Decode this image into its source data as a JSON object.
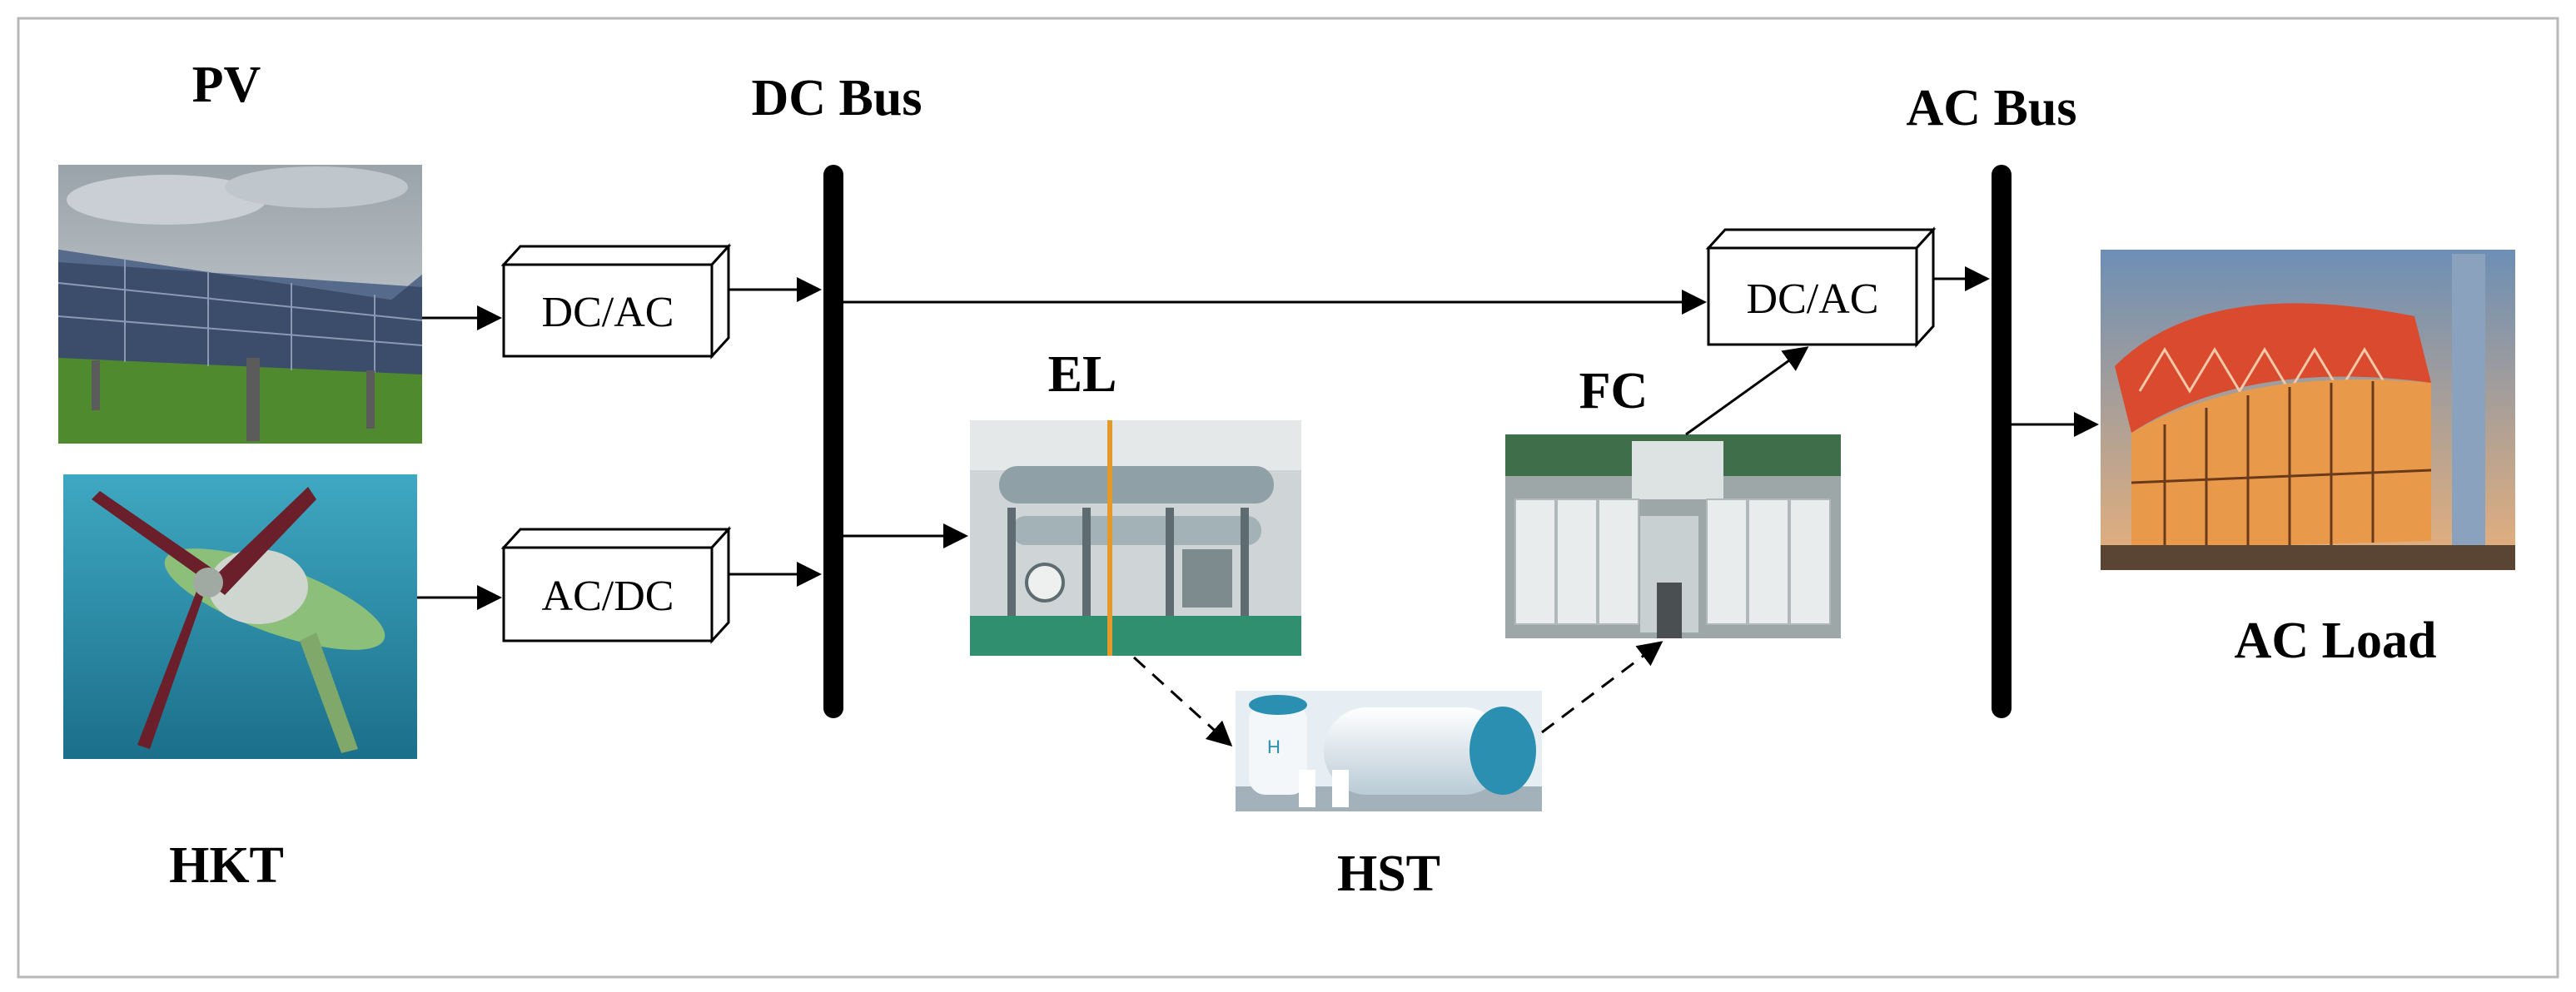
{
  "labels": {
    "pv": "PV",
    "hkt": "HKT",
    "dc_bus": "DC Bus",
    "ac_bus": "AC Bus",
    "el": "EL",
    "fc": "FC",
    "hst": "HST",
    "ac_load": "AC Load"
  },
  "converters": {
    "pv_converter": "DC/AC",
    "hkt_converter": "AC/DC",
    "grid_converter": "DC/AC"
  },
  "colors": {
    "frame": "#b8b8b8",
    "bus": "#000000",
    "arrow": "#000000"
  }
}
